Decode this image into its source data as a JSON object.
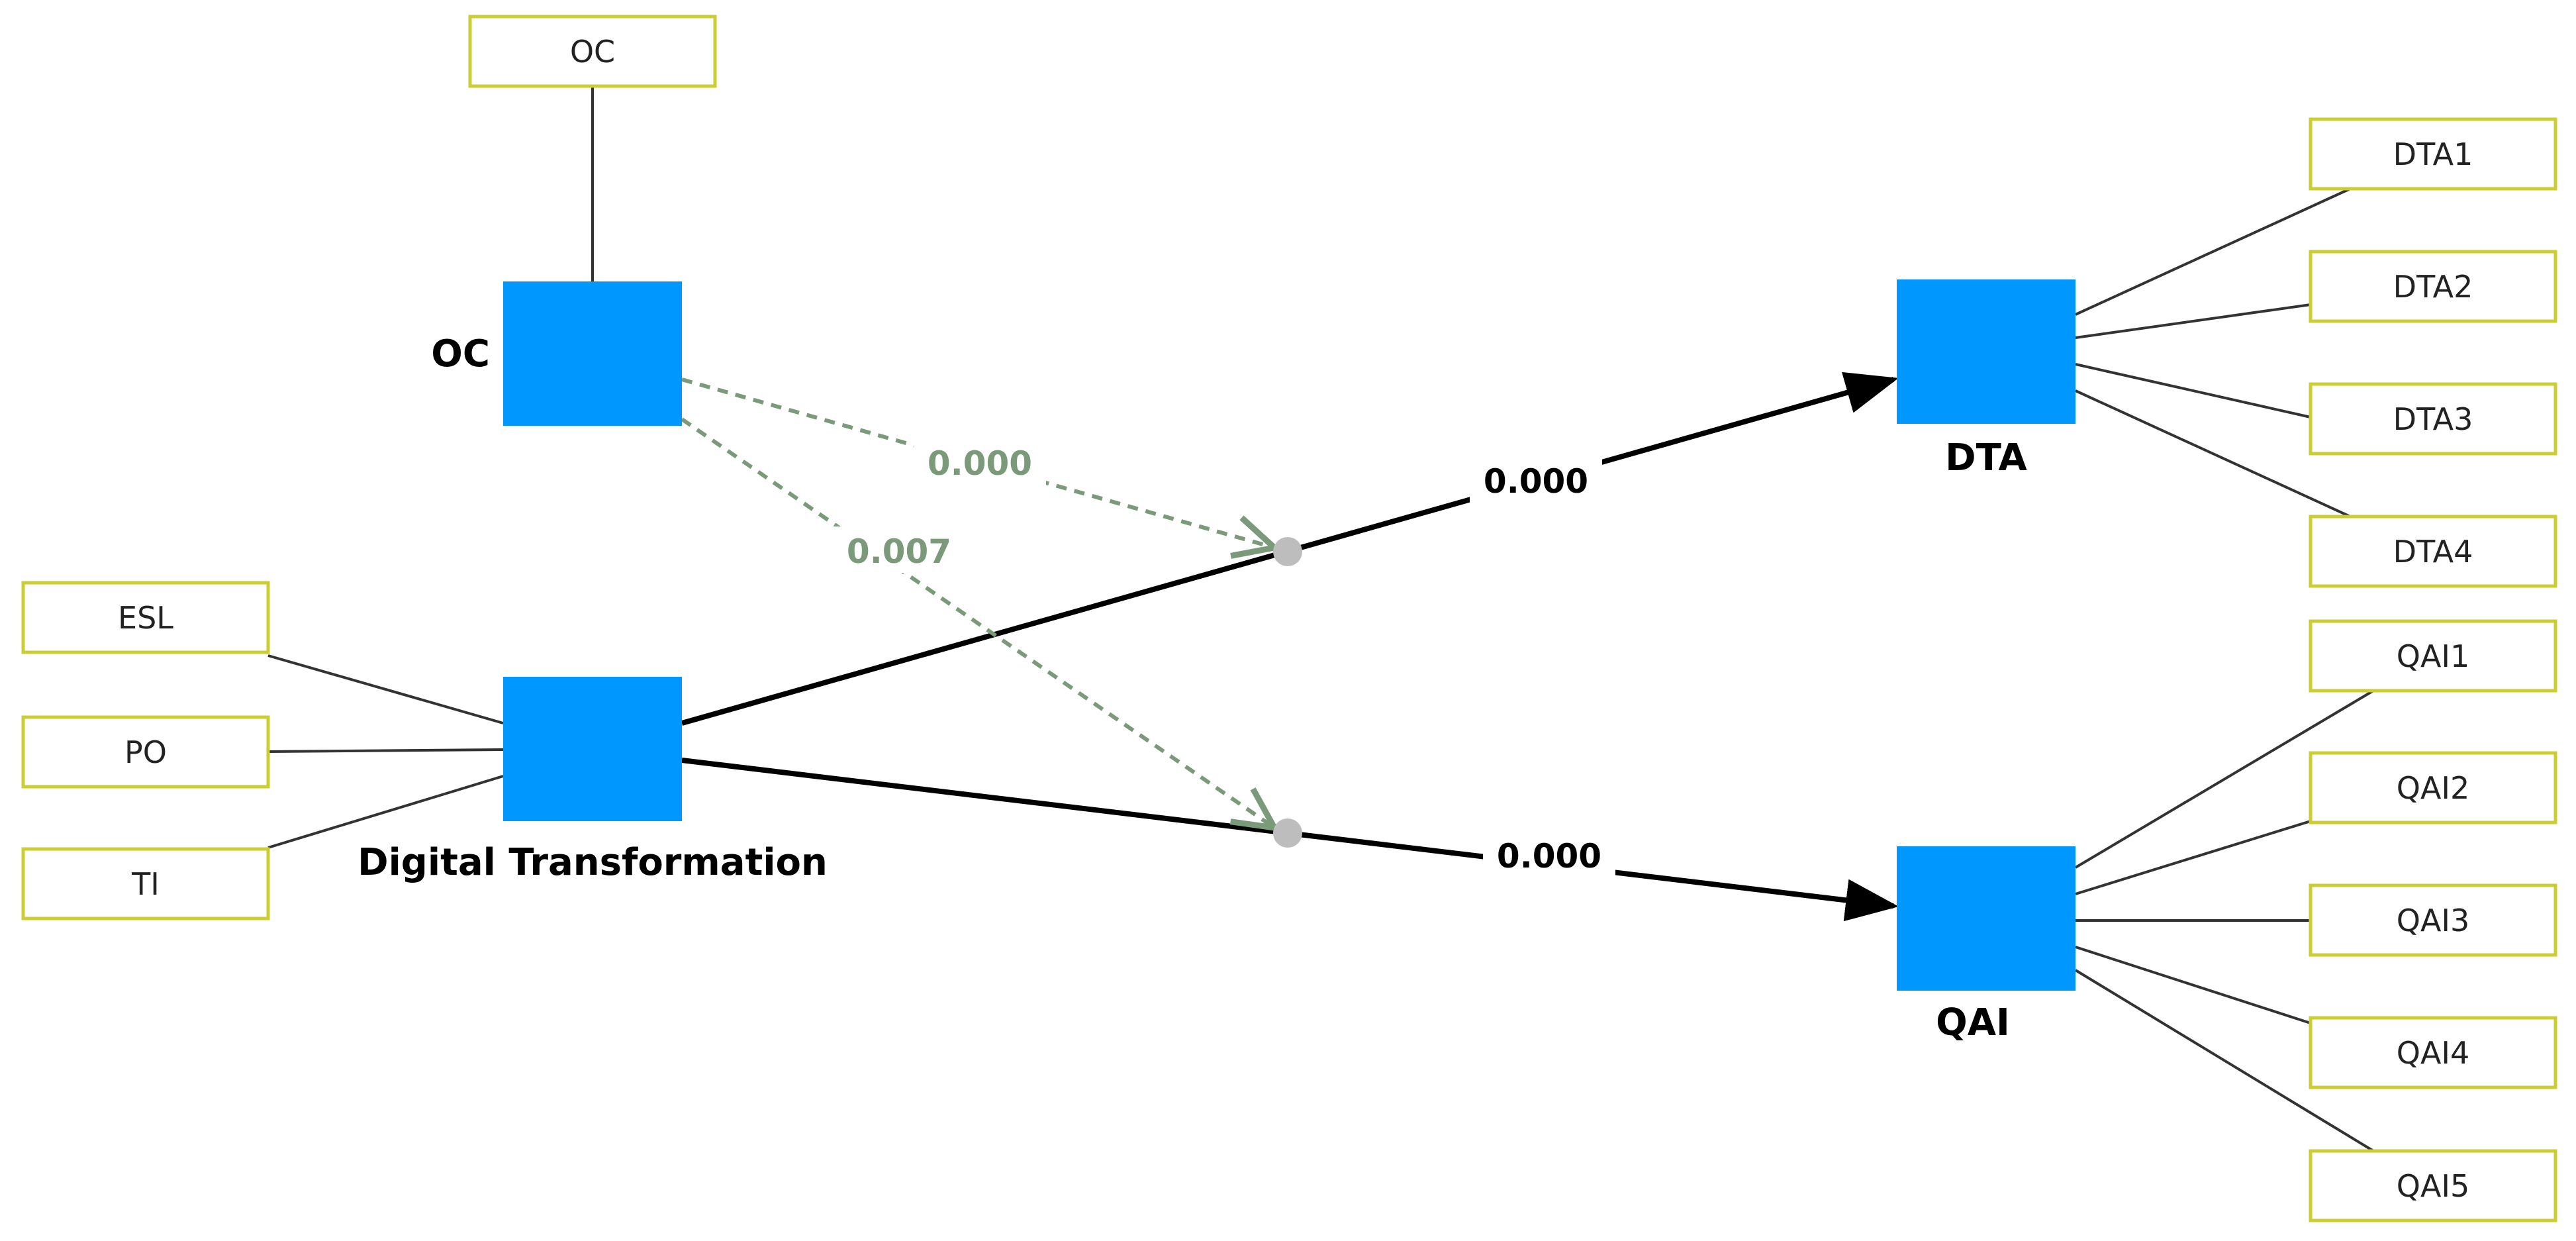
{
  "colors": {
    "latent_fill": "#0098FF",
    "indicator_border": "#CCCC33",
    "main_path": "#000000",
    "moderation_path": "#7A9A7A",
    "loading_line": "#333333",
    "moderation_node": "#BDBDBD"
  },
  "latents": {
    "oc": "OC",
    "dt": "Digital Transformation",
    "dta": "DTA",
    "qai": "QAI"
  },
  "indicators": {
    "oc": [
      "OC"
    ],
    "dt": [
      "ESL",
      "PO",
      "TI"
    ],
    "dta": [
      "DTA1",
      "DTA2",
      "DTA3",
      "DTA4"
    ],
    "qai": [
      "QAI1",
      "QAI2",
      "QAI3",
      "QAI4",
      "QAI5"
    ]
  },
  "paths": {
    "dt_to_dta": "0.000",
    "dt_to_qai": "0.000",
    "oc_mod_dta": "0.000",
    "oc_mod_qai": "0.007"
  }
}
